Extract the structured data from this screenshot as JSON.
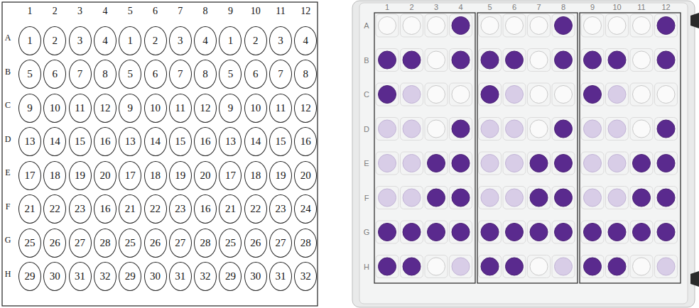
{
  "diagram": {
    "nodes": [
      {
        "text": [
          "1"
        ]
      },
      {
        "text": [
          "2"
        ]
      },
      {
        "text": [
          "3"
        ]
      },
      {
        "text": [
          "4"
        ]
      },
      {
        "text": [
          "1"
        ]
      },
      {
        "text": [
          "2"
        ]
      },
      {
        "text": [
          "3"
        ]
      },
      {
        "text": [
          "4"
        ]
      },
      {
        "text": [
          "1"
        ]
      },
      {
        "text": [
          "2"
        ]
      },
      {
        "text": [
          "3"
        ]
      },
      {
        "text": [
          "4"
        ]
      },
      {
        "text": [
          "5"
        ]
      },
      {
        "text": [
          "6"
        ]
      },
      {
        "text": [
          "7"
        ]
      },
      {
        "text": [
          "8"
        ]
      },
      {
        "text": [
          "5"
        ]
      },
      {
        "text": [
          "6"
        ]
      },
      {
        "text": [
          "7"
        ]
      },
      {
        "text": [
          "8"
        ]
      },
      {
        "text": [
          "5"
        ]
      },
      {
        "text": [
          "6"
        ]
      },
      {
        "text": [
          "7"
        ]
      },
      {
        "text": [
          "8"
        ]
      },
      {
        "text": [
          "9"
        ]
      },
      {
        "text": [
          "10"
        ]
      },
      {
        "text": [
          "11"
        ]
      },
      {
        "text": [
          "12"
        ]
      },
      {
        "text": [
          "9"
        ]
      },
      {
        "text": [
          "10"
        ]
      },
      {
        "text": [
          "11"
        ]
      },
      {
        "text": [
          "12"
        ]
      },
      {
        "text": [
          "9"
        ]
      },
      {
        "text": [
          "10"
        ]
      },
      {
        "text": [
          "11"
        ]
      },
      {
        "text": [
          "12"
        ]
      },
      {
        "text": [
          "13"
        ]
      },
      {
        "text": [
          "14"
        ]
      },
      {
        "text": [
          "15"
        ]
      },
      {
        "text": [
          "16"
        ]
      },
      {
        "text": [
          "13"
        ]
      },
      {
        "text": [
          "14"
        ]
      },
      {
        "text": [
          "15"
        ]
      },
      {
        "text": [
          "16"
        ]
      },
      {
        "text": [
          "13"
        ]
      },
      {
        "text": [
          "14"
        ]
      },
      {
        "text": [
          "15"
        ]
      },
      {
        "text": [
          "16"
        ]
      },
      {
        "text": [
          "17"
        ]
      },
      {
        "text": [
          "18"
        ]
      },
      {
        "text": [
          "19"
        ]
      },
      {
        "text": [
          "20"
        ]
      },
      {
        "text": [
          "17"
        ]
      },
      {
        "text": [
          "18"
        ]
      },
      {
        "text": [
          "19"
        ]
      },
      {
        "text": [
          "20"
        ]
      },
      {
        "text": [
          "17"
        ]
      },
      {
        "text": [
          "18"
        ]
      },
      {
        "text": [
          "19"
        ]
      },
      {
        "text": [
          "20"
        ]
      },
      {
        "text": [
          "21"
        ]
      },
      {
        "text": [
          "22"
        ]
      },
      {
        "text": [
          "23"
        ]
      },
      {
        "text": [
          "16"
        ]
      },
      {
        "text": [
          "21"
        ]
      },
      {
        "text": [
          "22"
        ]
      },
      {
        "text": [
          "23"
        ]
      },
      {
        "text": [
          "16"
        ]
      },
      {
        "text": [
          "21"
        ]
      },
      {
        "text": [
          "22"
        ]
      },
      {
        "text": [
          "23"
        ]
      },
      {
        "text": [
          "24"
        ]
      },
      {
        "text": [
          "25"
        ]
      },
      {
        "text": [
          "26"
        ]
      },
      {
        "text": [
          "27"
        ]
      },
      {
        "text": [
          "28"
        ]
      },
      {
        "text": [
          "25"
        ]
      },
      {
        "text": [
          "26"
        ]
      },
      {
        "text": [
          "27"
        ]
      },
      {
        "text": [
          "28"
        ]
      },
      {
        "text": [
          "25"
        ]
      },
      {
        "text": [
          "26"
        ]
      },
      {
        "text": [
          "27"
        ]
      },
      {
        "text": [
          "28"
        ]
      },
      {
        "text": [
          "29"
        ]
      },
      {
        "text": [
          "30"
        ]
      },
      {
        "text": [
          "31"
        ]
      },
      {
        "text": [
          "32"
        ]
      },
      {
        "text": [
          "29"
        ]
      },
      {
        "text": [
          "30"
        ]
      },
      {
        "text": [
          "31"
        ]
      },
      {
        "text": [
          "32"
        ]
      },
      {
        "text": [
          "29"
        ]
      },
      {
        "text": [
          "30"
        ]
      },
      {
        "text": [
          "31"
        ]
      },
      {
        "text": [
          "32"
        ]
      }
    ],
    "labels": [
      "1",
      "2",
      "3",
      "4",
      "5",
      "6",
      "7",
      "8",
      "9",
      "10",
      "11",
      "12",
      "A",
      "B",
      "C",
      "D",
      "E",
      "F",
      "G",
      "H",
      "1",
      "2",
      "3",
      "4",
      "5",
      "6",
      "7",
      "8",
      "9",
      "10",
      "11",
      "12",
      "A",
      "B",
      "C",
      "D",
      "E",
      "F",
      "G",
      "H"
    ]
  }
}
